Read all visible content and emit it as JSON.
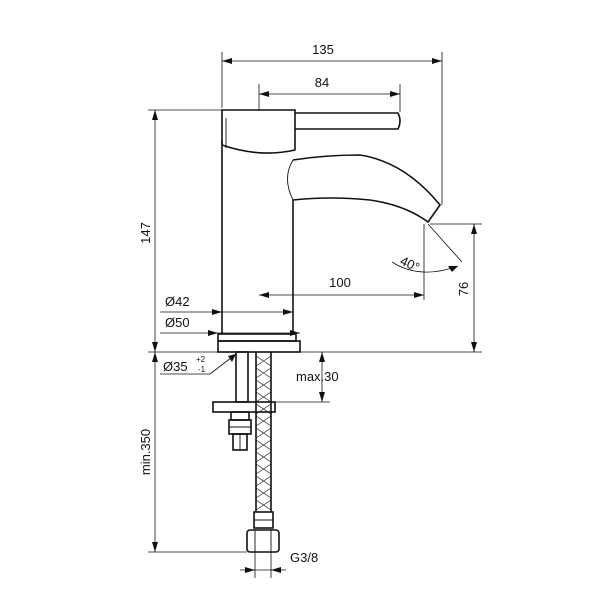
{
  "dimensions": {
    "overall_width": "135",
    "lever_length": "84",
    "total_height": "147",
    "spout_reach": "100",
    "spout_height": "76",
    "spout_angle": "40°",
    "body_diameter": "Ø42",
    "base_diameter": "Ø50",
    "hole_diameter": "Ø35",
    "hole_tol_plus": "+2",
    "hole_tol_minus": "-1",
    "max_deck": "max.30",
    "hose_length": "min.350",
    "connection_thread": "G3/8"
  }
}
